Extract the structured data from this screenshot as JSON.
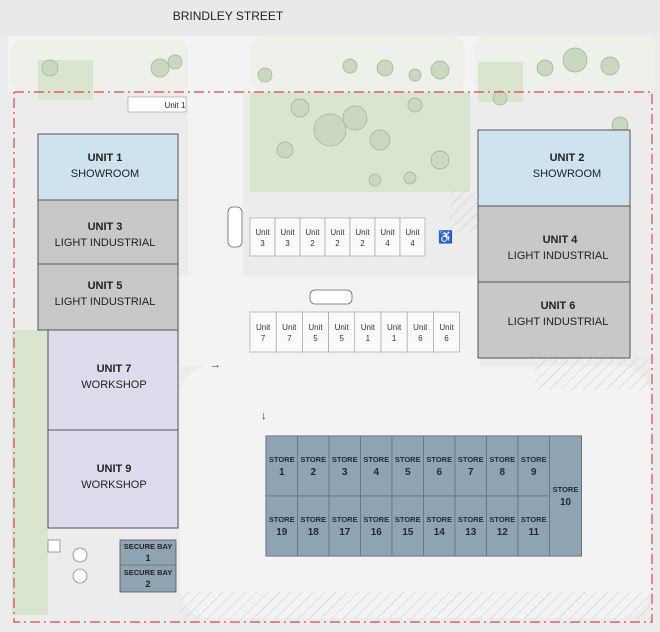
{
  "street": "BRINDLEY STREET",
  "unit1_tag": "Unit 1",
  "units": [
    {
      "id": "unit1",
      "name": "UNIT 1",
      "use": "SHOWROOM",
      "color": "#cfe3ee"
    },
    {
      "id": "unit2",
      "name": "UNIT 2",
      "use": "SHOWROOM",
      "color": "#cfe3ee"
    },
    {
      "id": "unit3",
      "name": "UNIT 3",
      "use": "LIGHT INDUSTRIAL",
      "color": "#c8c8c8"
    },
    {
      "id": "unit4",
      "name": "UNIT 4",
      "use": "LIGHT INDUSTRIAL",
      "color": "#c8c8c8"
    },
    {
      "id": "unit5",
      "name": "UNIT 5",
      "use": "LIGHT INDUSTRIAL",
      "color": "#c8c8c8"
    },
    {
      "id": "unit6",
      "name": "UNIT 6",
      "use": "LIGHT INDUSTRIAL",
      "color": "#c8c8c8"
    },
    {
      "id": "unit7",
      "name": "UNIT 7",
      "use": "WORKSHOP",
      "color": "#dddbec"
    },
    {
      "id": "unit9",
      "name": "UNIT 9",
      "use": "WORKSHOP",
      "color": "#dddbec"
    }
  ],
  "parking_top": [
    {
      "unit": "Unit",
      "num": "3"
    },
    {
      "unit": "Unit",
      "num": "3"
    },
    {
      "unit": "Unit",
      "num": "2"
    },
    {
      "unit": "Unit",
      "num": "2"
    },
    {
      "unit": "Unit",
      "num": "2"
    },
    {
      "unit": "Unit",
      "num": "4"
    },
    {
      "unit": "Unit",
      "num": "4"
    }
  ],
  "parking_bottom": [
    {
      "unit": "Unit",
      "num": "7"
    },
    {
      "unit": "Unit",
      "num": "7"
    },
    {
      "unit": "Unit",
      "num": "5"
    },
    {
      "unit": "Unit",
      "num": "5"
    },
    {
      "unit": "Unit",
      "num": "1"
    },
    {
      "unit": "Unit",
      "num": "1"
    },
    {
      "unit": "Unit",
      "num": "6"
    },
    {
      "unit": "Unit",
      "num": "6"
    }
  ],
  "stores": {
    "label": "STORE",
    "top_row": [
      "1",
      "2",
      "3",
      "4",
      "5",
      "6",
      "7",
      "8",
      "9"
    ],
    "bottom_row": [
      "19",
      "18",
      "17",
      "16",
      "15",
      "14",
      "13",
      "12",
      "11"
    ],
    "end": "10"
  },
  "secure_bays": [
    {
      "label": "SECURE BAY",
      "num": "1"
    },
    {
      "label": "SECURE BAY",
      "num": "2"
    }
  ],
  "colors": {
    "store_fill": "#8ea4b3",
    "boundary": "#e04545",
    "landscape": "#d9e5cf",
    "road": "#f3f3f3"
  }
}
